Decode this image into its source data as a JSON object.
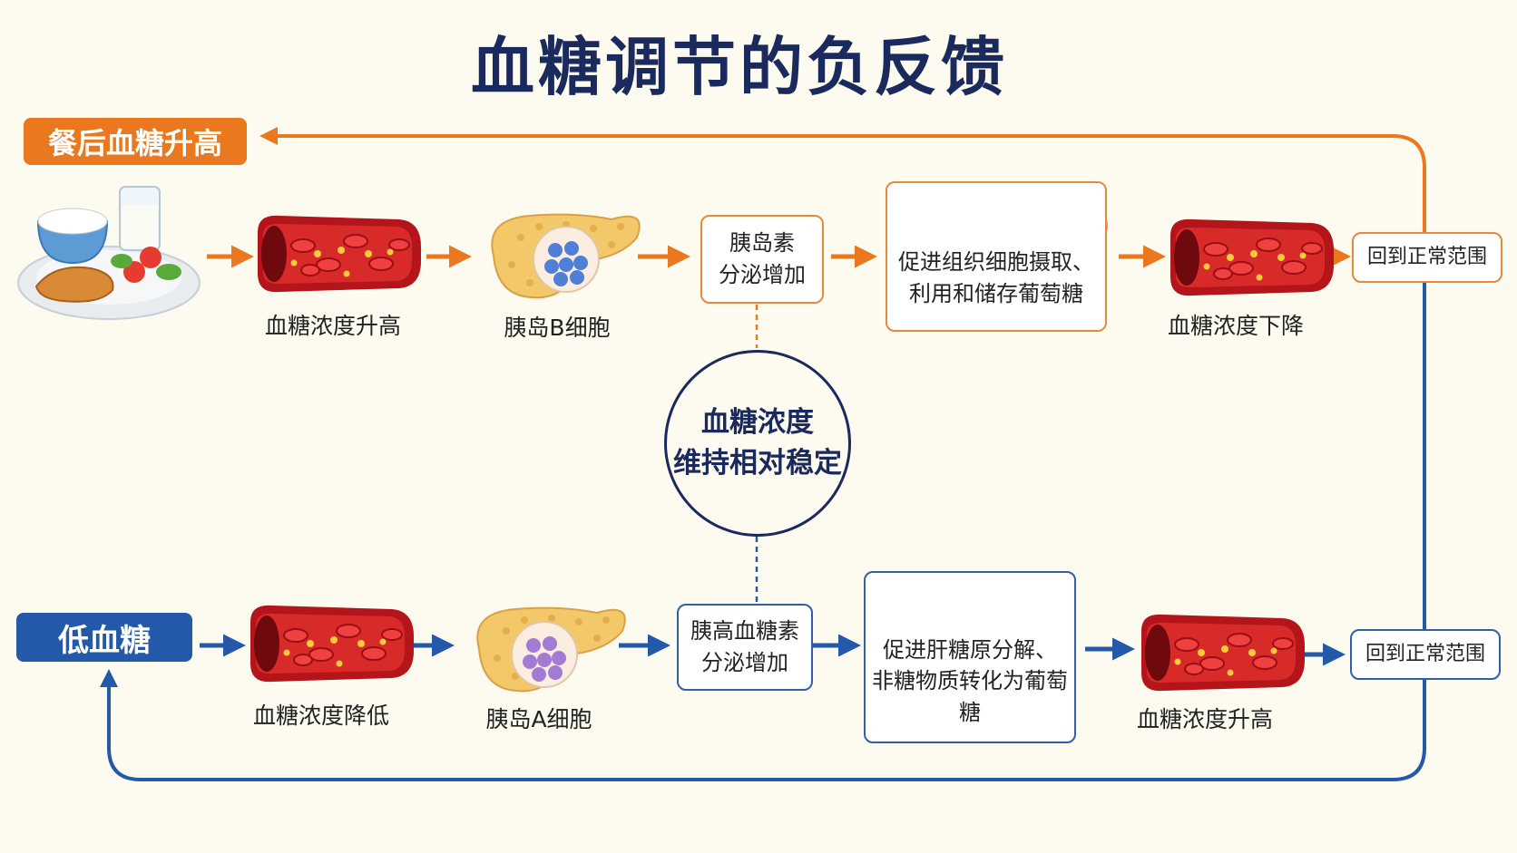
{
  "title": "血糖调节的负反馈",
  "colors": {
    "orange": "#e9781f",
    "blue": "#2459a9",
    "navy": "#1b2a5c"
  },
  "top_path": {
    "start_tag": "餐后血糖升高",
    "vessel1_label": "血糖浓度升高",
    "pancreas_label": "胰岛B细胞",
    "hormone_line1": "胰岛素",
    "hormone_line2": "分泌增加",
    "effect_line1": "促进组织细胞摄取、",
    "effect_line2": "利用和储存葡萄糖",
    "vessel2_label": "血糖浓度下降",
    "result": "回到正常范围"
  },
  "center": {
    "line1": "血糖浓度",
    "line2": "维持相对稳定"
  },
  "bottom_path": {
    "start_tag": "低血糖",
    "vessel1_label": "血糖浓度降低",
    "pancreas_label": "胰岛A细胞",
    "hormone_line1": "胰高血糖素",
    "hormone_line2": "分泌增加",
    "effect_line1": "促进肝糖原分解、",
    "effect_line2": "非糖物质转化为葡萄糖",
    "vessel2_label": "血糖浓度升高",
    "result": "回到正常范围"
  },
  "icons": [
    "meal-icon",
    "blood-vessel-icon",
    "pancreas-icon",
    "tissue-cells-icon",
    "liver-icon"
  ]
}
